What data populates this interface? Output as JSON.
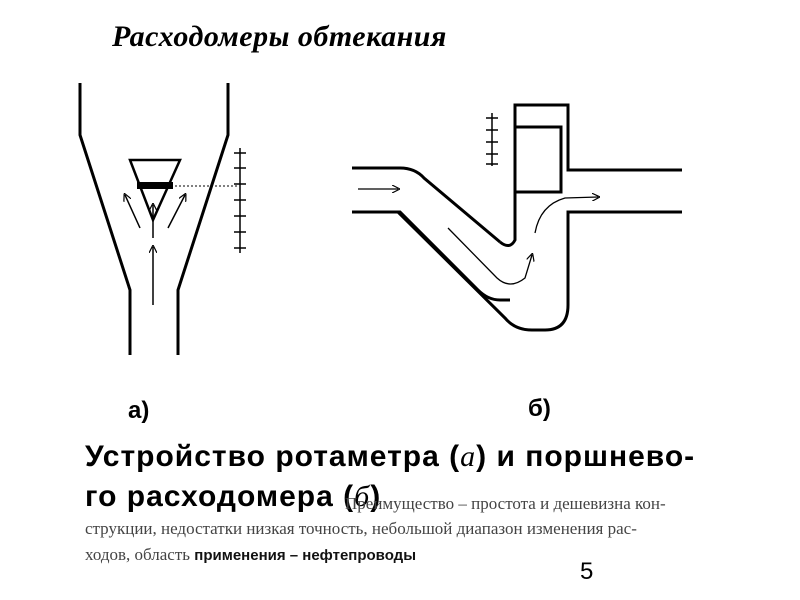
{
  "slide": {
    "title": "Расходомеры обтекания",
    "label_a": "а)",
    "label_b": "б)",
    "heading_part1": "Устройство ротаметра (",
    "heading_a": "а",
    "heading_part2": ") и поршнево-",
    "heading2_part1": "го расходомера (",
    "heading2_b": "б",
    "heading2_part2": ")",
    "advantage_text": "Преимущество – простота и дешевизна кон-",
    "line3_text": "струкции, недостатки   низкая точность, небольшой диапазон изменения рас-",
    "line4_prefix": "ходов, область",
    "line4_bold": "применения – нефтепроводы",
    "page_number": "5"
  }
}
